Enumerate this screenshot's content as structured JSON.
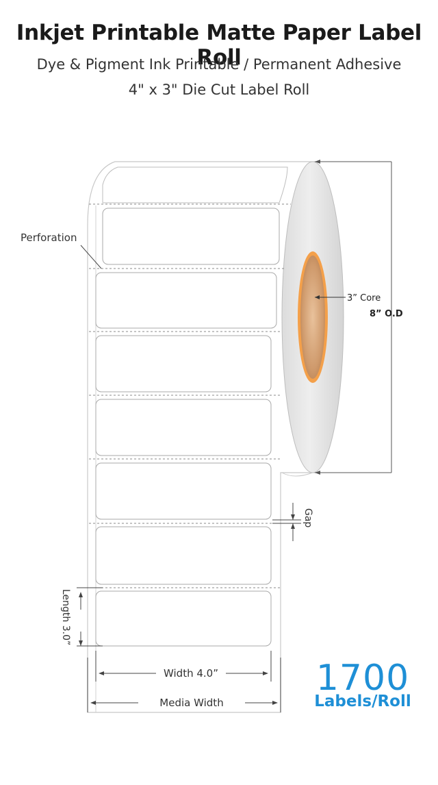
{
  "header": {
    "title": "Inkjet Printable Matte Paper Label Roll",
    "subtitle": "Dye & Pigment Ink Printable / Permanent Adhesive",
    "size_line": "4\" x 3\" Die Cut Label Roll"
  },
  "callouts": {
    "perforation": "Perforation",
    "core": "3” Core",
    "outer_diameter": "8” O.D",
    "gap": "Gap",
    "length": "Length 3.0”",
    "width": "Width 4.0”",
    "media_width": "Media Width"
  },
  "quantity": {
    "count": "1700",
    "unit": "Labels/Roll"
  },
  "colors": {
    "accent": "#1e8fd6",
    "core_ring": "#f4a04a",
    "core_fill": "#d9a77a"
  }
}
